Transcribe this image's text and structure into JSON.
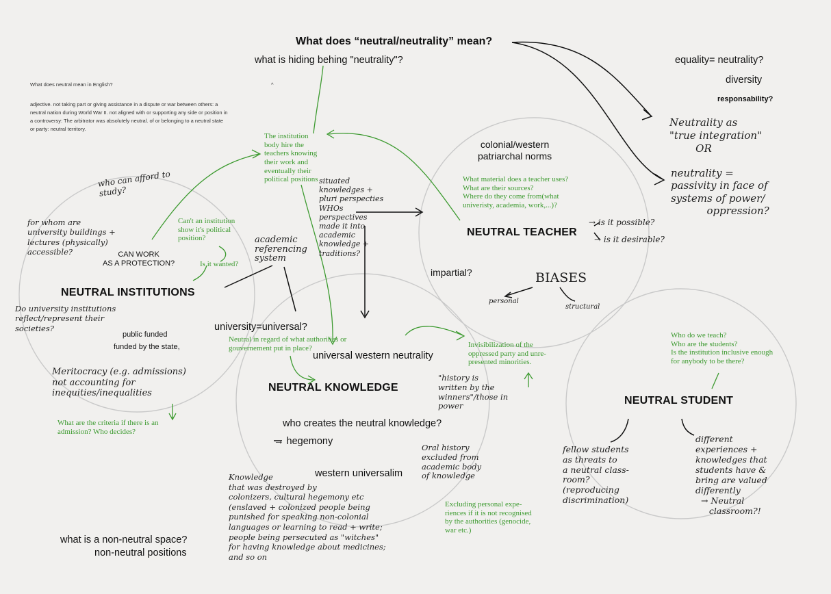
{
  "title": "What does “neutral/neutrality” mean?",
  "subtitle": "what is hiding behing \"neutrality\"?",
  "definition": {
    "question": "What does neutral mean in English?",
    "caret": "^",
    "lines": [
      "adjective. not taking part or giving assistance in a dispute or war between others: a",
      "neutral nation during World War II. not aligned with or supporting any side or position in",
      "a controversy: The arbitrator was absolutely neutral. of or belonging to a neutral state",
      "or party: neutral territory."
    ]
  },
  "top_right": {
    "equality": "equality= neutrality?",
    "diversity": "diversity",
    "responsability": "responsability?",
    "hw_integration": "Neutrality as\n\"true integration\"\n        OR",
    "hw_passivity": "neutrality =\npassivity in face of\nsystems of power/\n           oppression?"
  },
  "teacher": {
    "label": "NEUTRAL TEACHER",
    "norms": "colonial/western\npatriarchal norms",
    "question_green": "What material does a teacher uses?\nWhat are their sources?\nWhere do they come from(what\nuniveristy, academia, work,...)?",
    "possible": "→ is it possible?",
    "desirable": "→ is it desirable?",
    "impartial": "impartial?",
    "biases": "BIASES",
    "personal": "personal",
    "structural": "structural"
  },
  "institutions": {
    "label": "NEUTRAL INSTITUTIONS",
    "afford": "who can afford to\nstudy?",
    "for_whom": "for whom are\nuniversity buildings +\nlectures (physically)\naccessible?",
    "can_work": "CAN WORK\nAS A PROTECTION?",
    "political_green": "Can't an institution\nshow it's political\nposition?",
    "wanted_green": "Is it wanted?",
    "reflect": "Do university institutions\nreflect/represent their\nsocieties?",
    "public_funded": "public funded",
    "funded_state": "funded by the state,",
    "meritocracy": "Meritocracy (e.g. admissions)\nnot accounting for\ninequities/inequalities",
    "criteria_green": "What are the criteria if there is an\nadmission? Who decides?",
    "hire_green": "The institution\nbody hire the\nteachers knowing\ntheir work and\neventually their\npolitical positions"
  },
  "knowledge": {
    "label": "NEUTRAL KNOWLEDGE",
    "university_universal": "university=universal?",
    "authorities_green": "Neutral in regard of what authorities or\ngouvernement put in place?",
    "universal_western": "universal western neutrality",
    "who_creates": "who creates the neutral knowledge?",
    "hegemony": "→ hegemony",
    "western_universalim": "western universalim",
    "situated": "situated\nknowledges +\npluri perspecties\nWHOs\nperspectives\nmade it into\nacademic\nknowledge +\ntraditions?",
    "referencing": "academic\nreferencing\nsystem",
    "history": "\"history is\nwritten by the\nwinners\"/those in\npower",
    "oral_history": "Oral history\nexcluded from\nacademic body\nof knowledge",
    "excluding_green": "Excluding personal expe-\nriences if it is not recognised\nby the authorities (genocide,\nwar etc.)",
    "destroyed": "Knowledge\nthat was destroyed by\ncolonizers, cultural hegemony etc\n(enslaved + colonized people being\npunished for speaking non-colonial\nlanguages or learning to read + write;\npeople being persecuted as \"witches\"\nfor having knowledge about medicines;\nand so on",
    "invisibilization_green": "Invisibilization of the\noppressed party and unre-\npresented minorities."
  },
  "student": {
    "label": "NEUTRAL STUDENT",
    "questions_green": "Who do we teach?\nWho are the students?\nIs the institution inclusive enough\nfor anybody to be there?",
    "fellow": "fellow students\nas threats to\na neutral class-\nroom?\n(reproducing\ndiscrimination)",
    "different": "different\nexperiences +\nknowledges that\nstudents have &\nbring are valued\ndifferently\n  → Neutral\n     classroom?!"
  },
  "bottom_left": {
    "space": "what is a non-neutral space?",
    "positions": "non-neutral positions"
  }
}
